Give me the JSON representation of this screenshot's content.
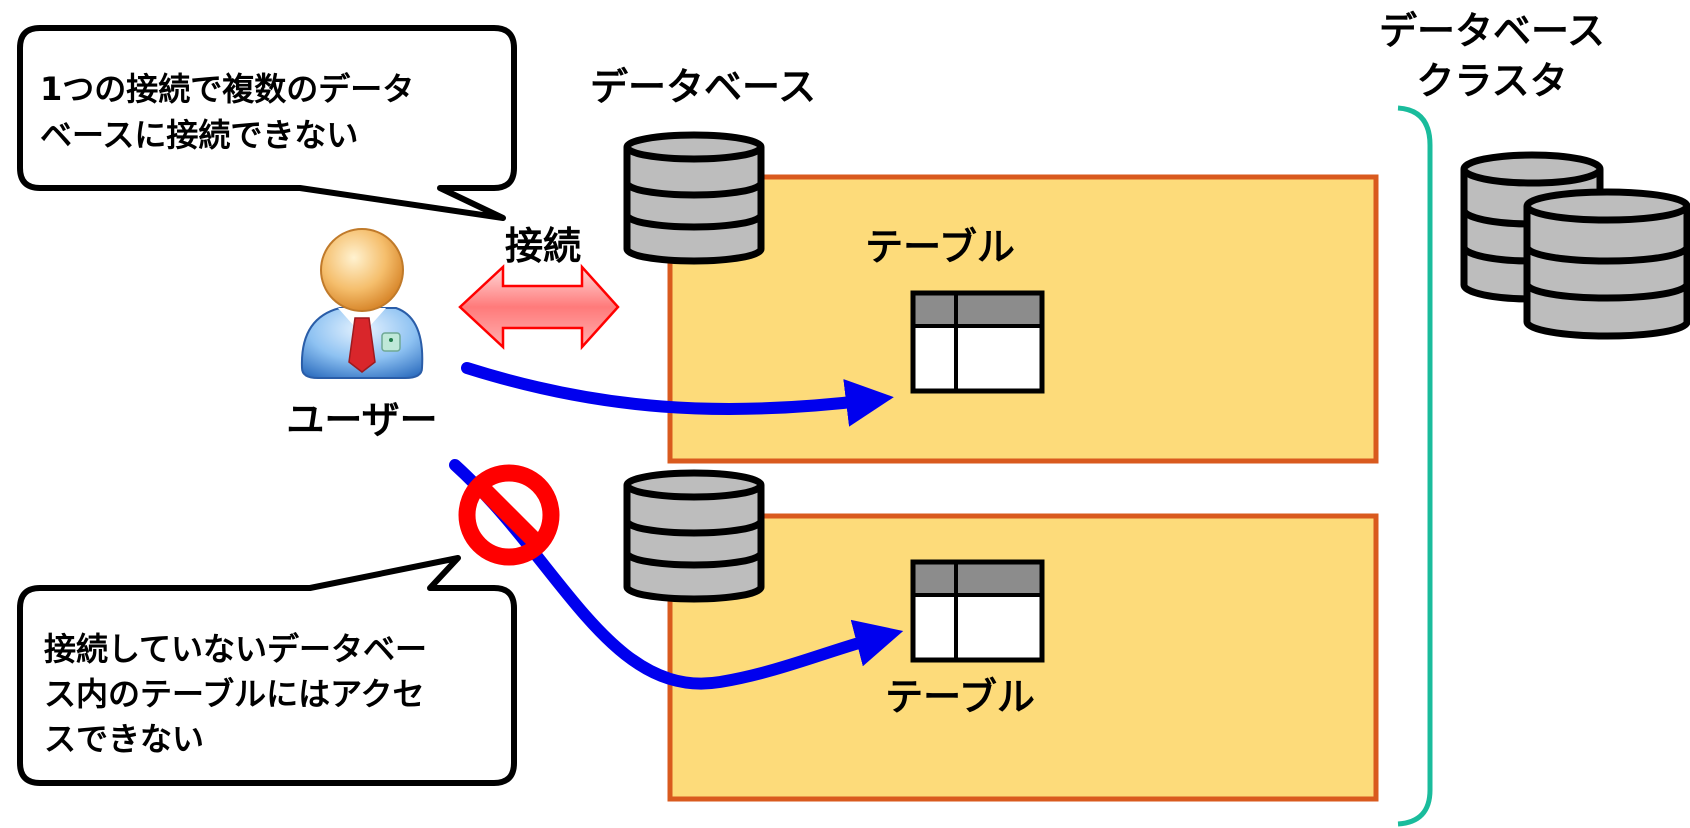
{
  "bubbles": {
    "top_line1": "1つの接続で複数のデータ",
    "top_line2": "ベースに接続できない",
    "bottom_line1": "接続していないデータベー",
    "bottom_line2": "ス内のテーブルにはアクセ",
    "bottom_line3": "スできない"
  },
  "labels": {
    "database": "データベース",
    "cluster_line1": "データベース",
    "cluster_line2": "クラスタ",
    "connection": "接続",
    "user": "ユーザー",
    "table_top": "テーブル",
    "table_bottom": "テーブル"
  },
  "colors": {
    "db_box_fill": "#FDDB7A",
    "db_box_border": "#D95A1E",
    "arrow_blue": "#0000EE",
    "connection_arrow": "#FF5555",
    "prohibit_red": "#FF0000",
    "cluster_bracket": "#1ABC9C",
    "cylinder_fill": "#BDBDBD",
    "table_header": "#8C8C8C"
  },
  "icons": {
    "user": "user-icon",
    "database": "database-icon",
    "cluster": "database-cluster-icon",
    "table": "table-icon",
    "prohibited": "prohibited-icon"
  }
}
